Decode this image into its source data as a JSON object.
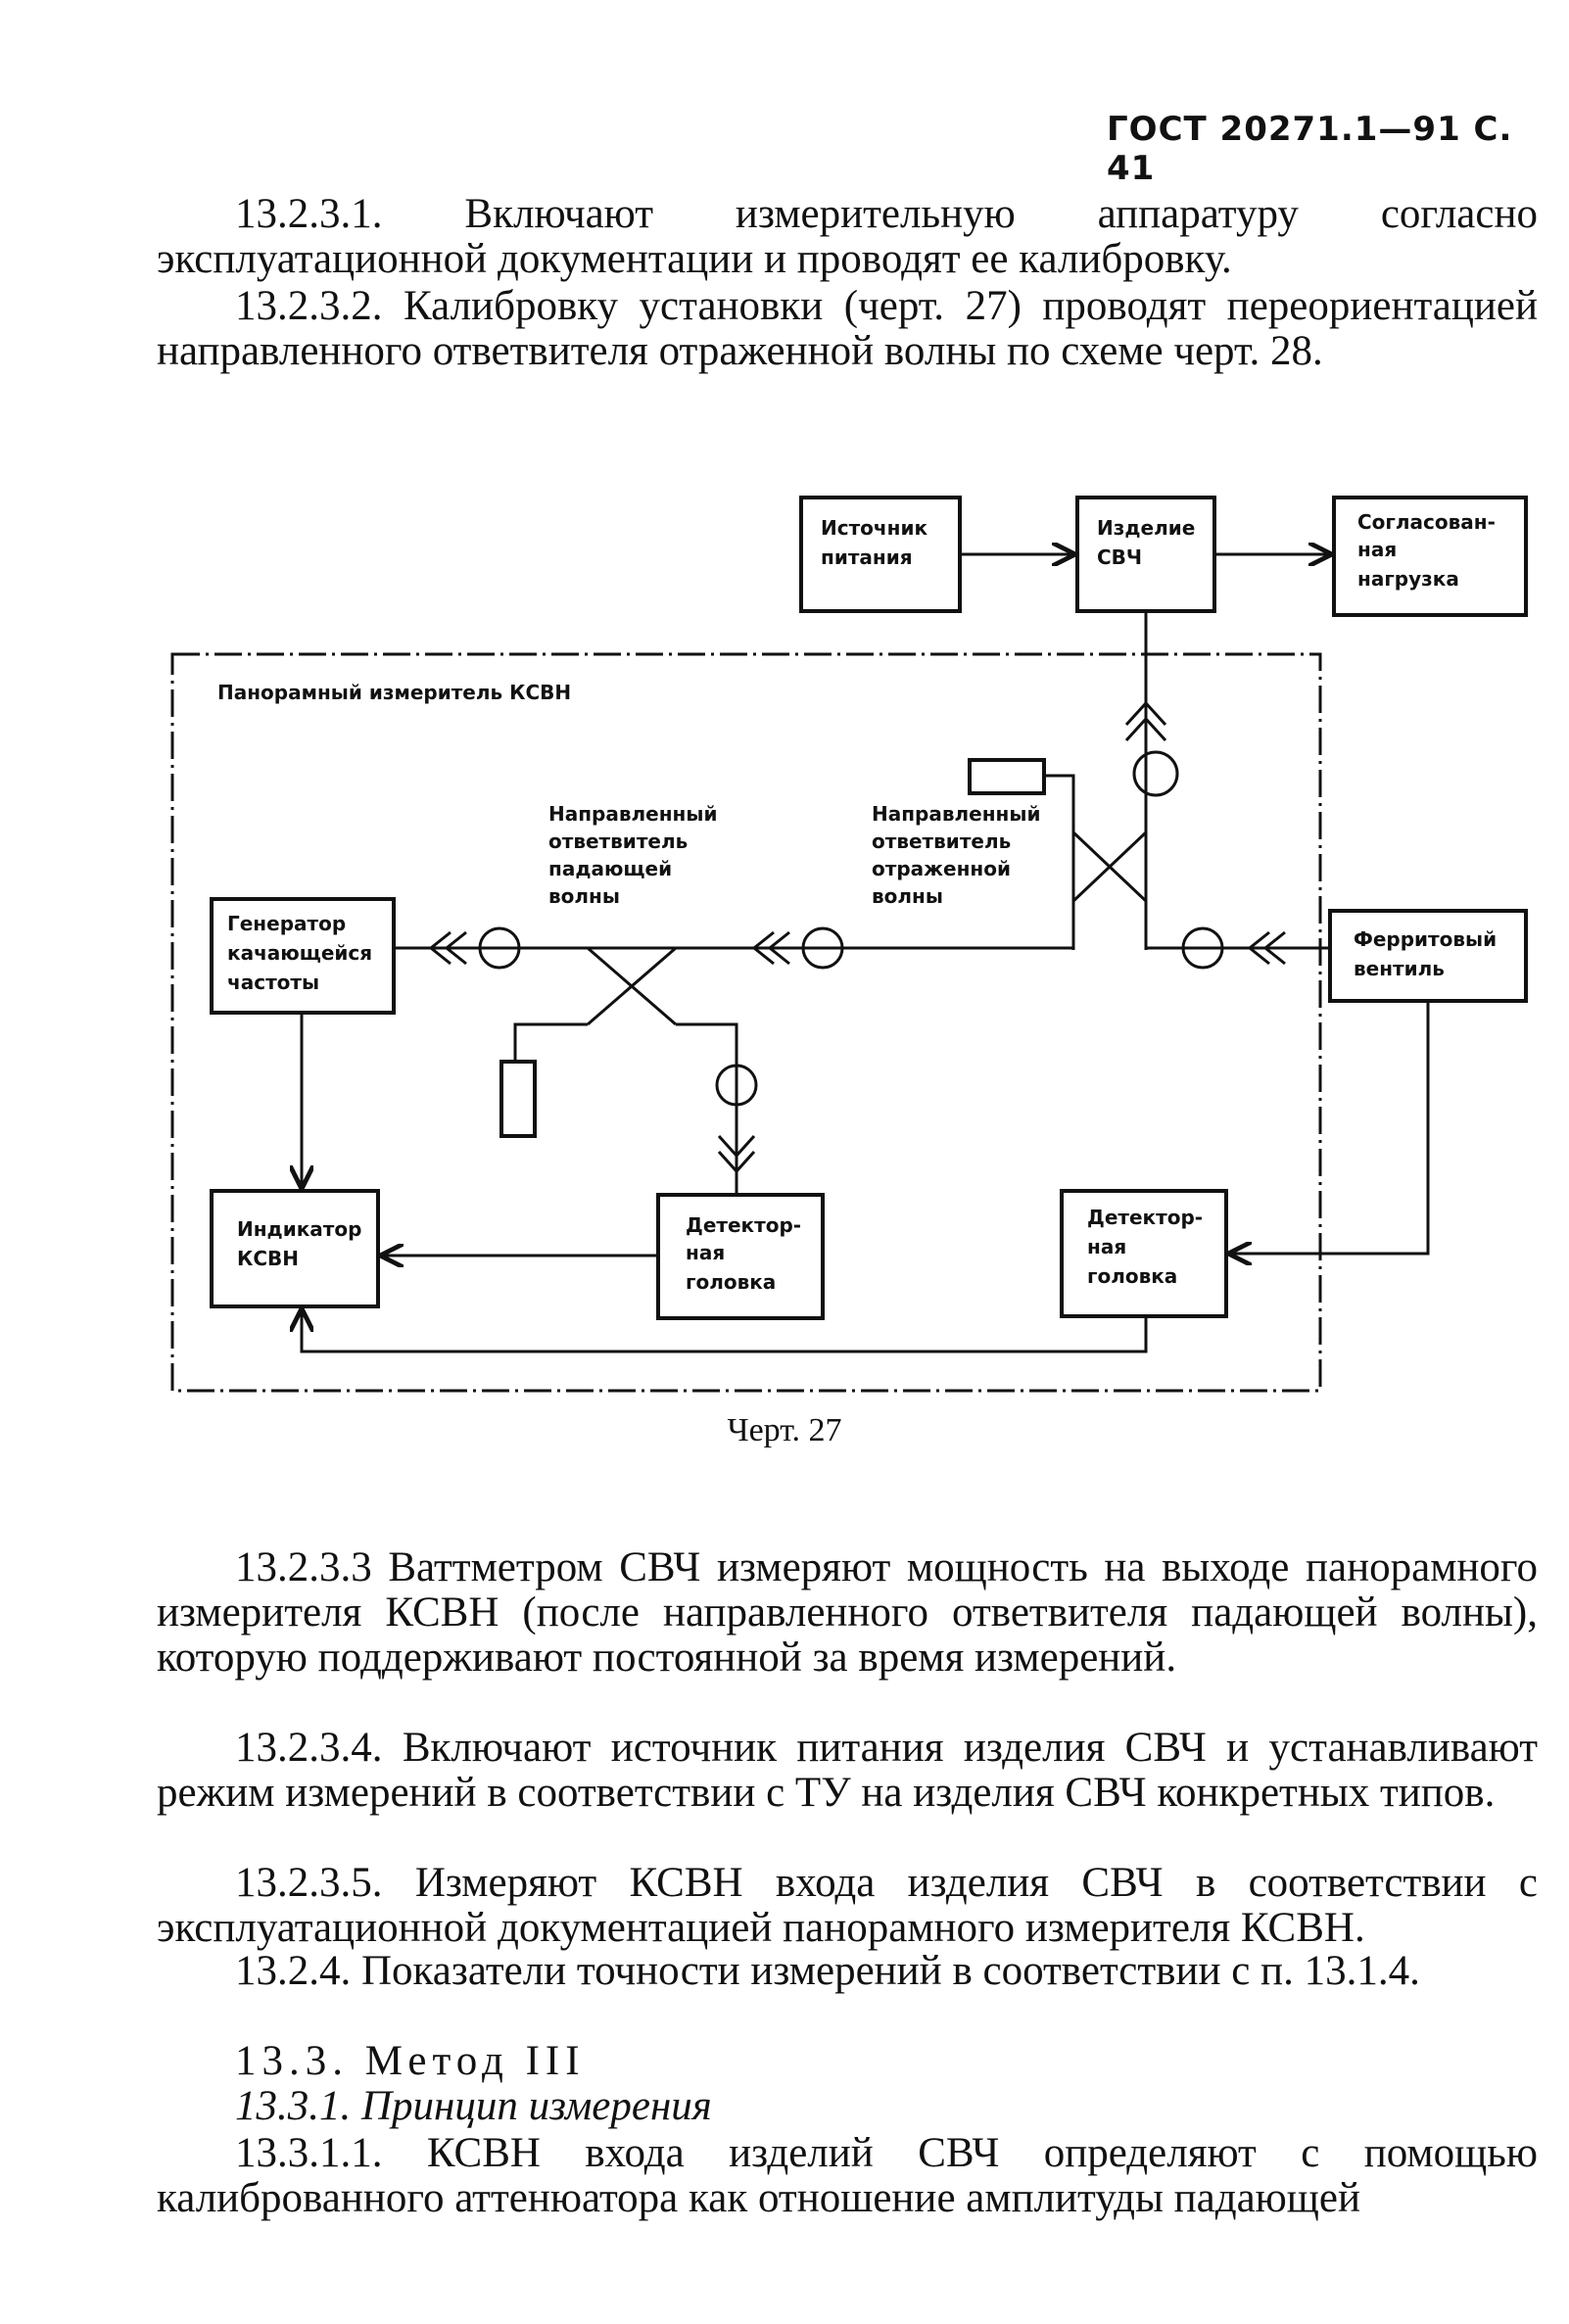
{
  "header": "ГОСТ 20271.1—91 С. 41",
  "intro": [
    "13.2.3.1. Включают измерительную аппаратуру согласно эксплуатационной документации и проводят ее калибровку.",
    "13.2.3.2. Калибровку установки (черт. 27) проводят переориентацией направленного ответвителя отраженной волны по схеме черт. 28."
  ],
  "diagram": {
    "boxes": {
      "power_source": [
        "Источник",
        "питания"
      ],
      "device": [
        "Изделие",
        "СВЧ"
      ],
      "matched_load": [
        "Согласован-",
        "ная",
        "нагрузка"
      ],
      "generator": [
        "Генератор",
        "качающейся",
        "частоты"
      ],
      "ferrite": [
        "Ферритовый",
        "вентиль"
      ],
      "indicator": [
        "Индикатор",
        "КСВН"
      ],
      "detector1": [
        "Детектор-",
        "ная",
        "головка"
      ],
      "detector2": [
        "Детектор-",
        "ная",
        "головка"
      ]
    },
    "frame_label": "Панорамный измеритель КСВН",
    "coupler_incident": [
      "Направленный",
      "ответвитель",
      "падающей",
      "волны"
    ],
    "coupler_reflected": [
      "Направленный",
      "ответвитель",
      "отраженной",
      "волны"
    ]
  },
  "caption": "Черт. 27",
  "body": [
    "13.2.3.3 Ваттметром СВЧ измеряют мощность на выходе панорамного измерителя КСВН (после направленного ответвителя падающей волны), которую поддерживают постоянной за время измерений.",
    "13.2.3.4. Включают источник питания изделия СВЧ и устанавливают режим измерений в соответствии с ТУ на изделия СВЧ конкретных типов.",
    "13.2.3.5. Измеряют КСВН входа изделия СВЧ в соответствии с эксплуатационной документацией панорамного измерителя КСВН.",
    "13.2.4. Показатели точности измерений в соответствии с п. 13.1.4."
  ],
  "method_title": "13.3. Метод III",
  "subsection_title": "13.3.1. Принцип измерения",
  "last_para": "13.3.1.1. КСВН входа изделий СВЧ определяют с помощью калиброванного аттенюатора как отношение амплитуды падающей"
}
